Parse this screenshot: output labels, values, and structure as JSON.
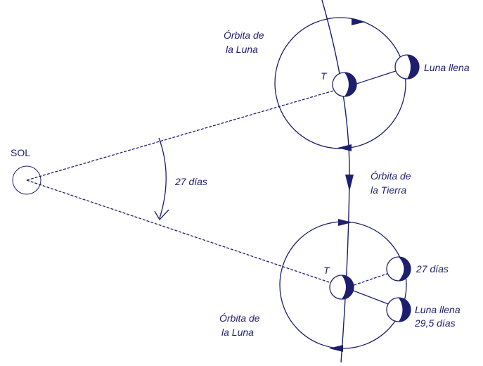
{
  "labels": {
    "sun": "SOL",
    "moon_orbit_top_line1": "Órbita de",
    "moon_orbit_top_line2": "la Luna",
    "full_moon_top": "Luna llena",
    "earth_top": "T",
    "angle": "27 días",
    "earth_orbit_line1": "Órbita de",
    "earth_orbit_line2": "la Tierra",
    "earth_bottom": "T",
    "moon_27_days": "27 días",
    "full_moon_bottom_line1": "Luna llena",
    "full_moon_bottom_line2": "29,5 días",
    "moon_orbit_bottom_line1": "Órbita de",
    "moon_orbit_bottom_line2": "la Luna"
  },
  "colors": {
    "ink": "#1d1f6e",
    "background": "#ffffff"
  }
}
